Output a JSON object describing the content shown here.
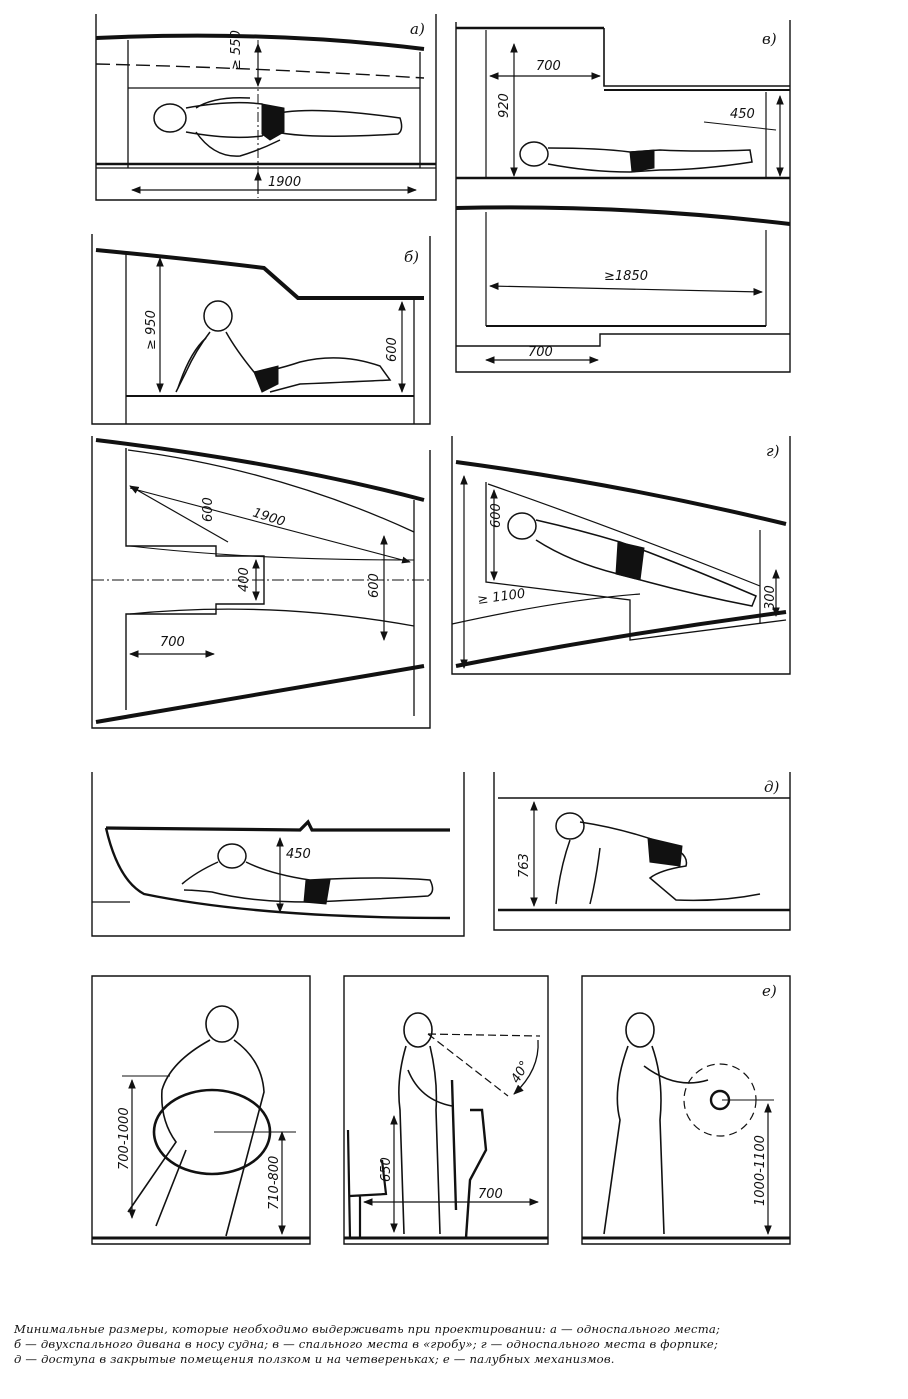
{
  "panels": {
    "a": {
      "letter": "а)",
      "dims": [
        "≥ 550",
        "1900"
      ]
    },
    "b": {
      "letter": "б)",
      "dims": [
        "≥ 950",
        "600",
        "600",
        "1900",
        "400",
        "600",
        "700"
      ]
    },
    "v": {
      "letter": "в)",
      "dims": [
        "700",
        "920",
        "450",
        "≥1850",
        "700"
      ]
    },
    "g": {
      "letter": "г)",
      "dims": [
        "600",
        "≥ 1100",
        "300"
      ]
    },
    "d": {
      "letter": "д)",
      "dims": [
        "450",
        "763"
      ]
    },
    "e": {
      "letter": "е)",
      "dims": [
        "700-1000",
        "710-800",
        "650",
        "40°",
        "700",
        "1000-1100"
      ]
    }
  },
  "caption": {
    "line1": "Минимальные размеры, которые необходимо выдерживать при проектировании: а — односпального места;",
    "line2": "б — двухспального дивана в носу судна; в — спального места в «гробу»; г — односпального места в форпике;",
    "line3": "д — доступа в закрытые помещения ползком и на четвереньках; е — палубных механизмов."
  }
}
